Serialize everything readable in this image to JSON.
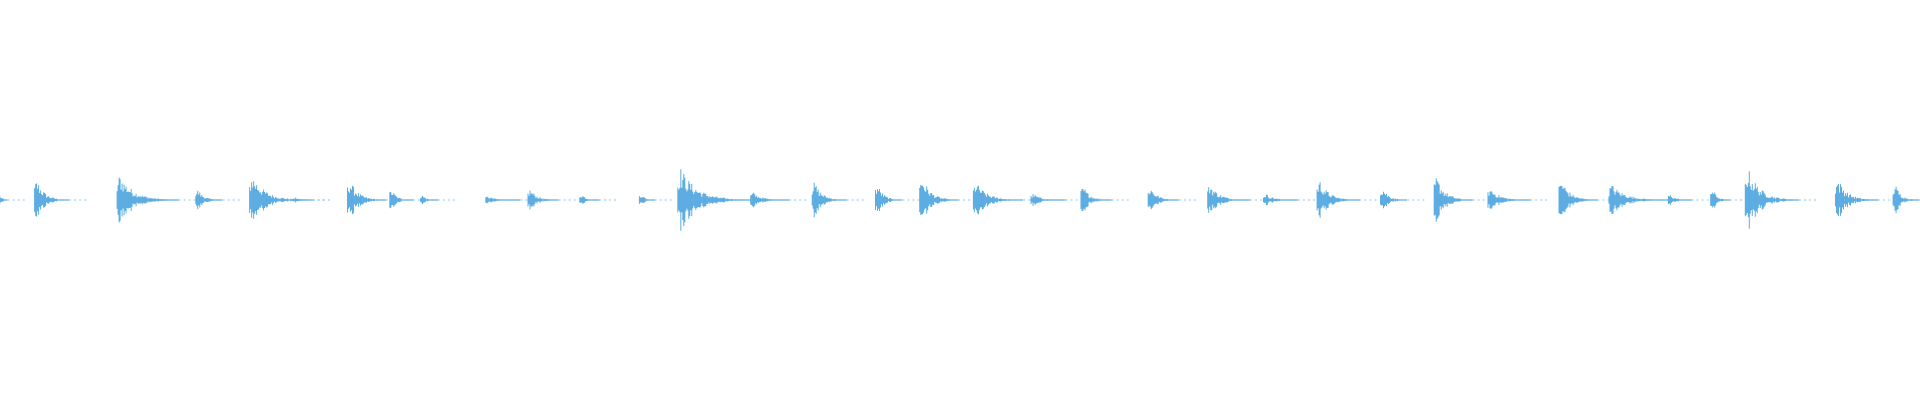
{
  "waveform": {
    "color": "#5dade2",
    "background": "#ffffff",
    "bursts": [
      {
        "at": 0.0,
        "amp": 0.05,
        "tail": 0.004
      },
      {
        "at": 0.018,
        "amp": 0.16,
        "tail": 0.018
      },
      {
        "at": 0.061,
        "amp": 0.18,
        "tail": 0.032
      },
      {
        "at": 0.102,
        "amp": 0.09,
        "tail": 0.014
      },
      {
        "at": 0.13,
        "amp": 0.18,
        "tail": 0.03
      },
      {
        "at": 0.153,
        "amp": 0.03,
        "tail": 0.01
      },
      {
        "at": 0.181,
        "amp": 0.15,
        "tail": 0.02
      },
      {
        "at": 0.203,
        "amp": 0.09,
        "tail": 0.012
      },
      {
        "at": 0.219,
        "amp": 0.05,
        "tail": 0.009
      },
      {
        "at": 0.253,
        "amp": 0.03,
        "tail": 0.018
      },
      {
        "at": 0.275,
        "amp": 0.09,
        "tail": 0.016
      },
      {
        "at": 0.302,
        "amp": 0.06,
        "tail": 0.01
      },
      {
        "at": 0.333,
        "amp": 0.07,
        "tail": 0.008
      },
      {
        "at": 0.353,
        "amp": 0.22,
        "tail": 0.038
      },
      {
        "at": 0.391,
        "amp": 0.06,
        "tail": 0.02
      },
      {
        "at": 0.423,
        "amp": 0.14,
        "tail": 0.018
      },
      {
        "at": 0.456,
        "amp": 0.13,
        "tail": 0.014
      },
      {
        "at": 0.479,
        "amp": 0.18,
        "tail": 0.02
      },
      {
        "at": 0.507,
        "amp": 0.13,
        "tail": 0.026
      },
      {
        "at": 0.537,
        "amp": 0.05,
        "tail": 0.018
      },
      {
        "at": 0.563,
        "amp": 0.11,
        "tail": 0.016
      },
      {
        "at": 0.598,
        "amp": 0.11,
        "tail": 0.016
      },
      {
        "at": 0.629,
        "amp": 0.12,
        "tail": 0.022
      },
      {
        "at": 0.658,
        "amp": 0.05,
        "tail": 0.018
      },
      {
        "at": 0.686,
        "amp": 0.15,
        "tail": 0.022
      },
      {
        "at": 0.719,
        "amp": 0.11,
        "tail": 0.014
      },
      {
        "at": 0.747,
        "amp": 0.18,
        "tail": 0.02
      },
      {
        "at": 0.775,
        "amp": 0.09,
        "tail": 0.022
      },
      {
        "at": 0.812,
        "amp": 0.16,
        "tail": 0.02
      },
      {
        "at": 0.838,
        "amp": 0.11,
        "tail": 0.032
      },
      {
        "at": 0.869,
        "amp": 0.05,
        "tail": 0.012
      },
      {
        "at": 0.891,
        "amp": 0.11,
        "tail": 0.01
      },
      {
        "at": 0.909,
        "amp": 0.23,
        "tail": 0.028
      },
      {
        "at": 0.956,
        "amp": 0.16,
        "tail": 0.022
      },
      {
        "at": 0.986,
        "amp": 0.13,
        "tail": 0.014
      }
    ]
  }
}
